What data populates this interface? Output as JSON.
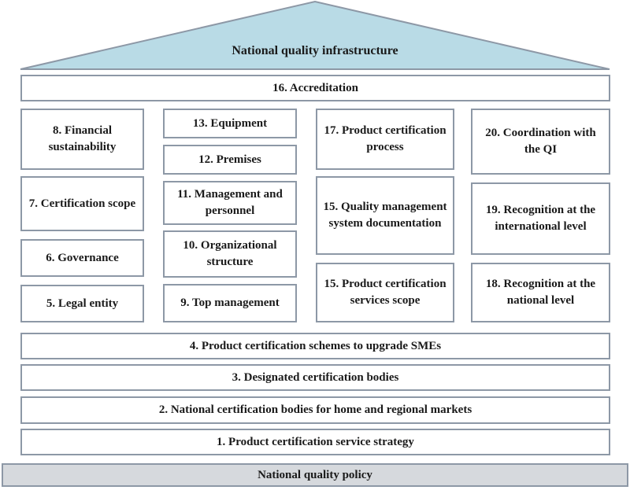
{
  "roof": {
    "title": "National quality infrastructure",
    "color": "#b9dbe6"
  },
  "accreditation": "16. Accreditation",
  "pillars": {
    "col1": [
      "8. Financial sustainability",
      "7. Certification scope",
      "6. Governance",
      "5. Legal entity"
    ],
    "col2": [
      "13. Equipment",
      "12. Premises",
      "11. Management and personnel",
      "10. Organizational structure",
      "9. Top management"
    ],
    "col3": [
      "17. Product certification process",
      "15. Quality management system documentation",
      "15. Product certification services scope"
    ],
    "col4": [
      "20. Coordination with the QI",
      "19. Recognition at the international level",
      "18. Recognition at the national level"
    ]
  },
  "layers": [
    "4. Product certification schemes to upgrade SMEs",
    "3. Designated certification bodies",
    "2. National certification bodies for home and regional markets",
    "1. Product certification service strategy"
  ],
  "base": {
    "title": "National quality policy",
    "color": "#d6d9dd"
  },
  "colors": {
    "border": "#8d98a6",
    "text": "#1a1a1a"
  }
}
